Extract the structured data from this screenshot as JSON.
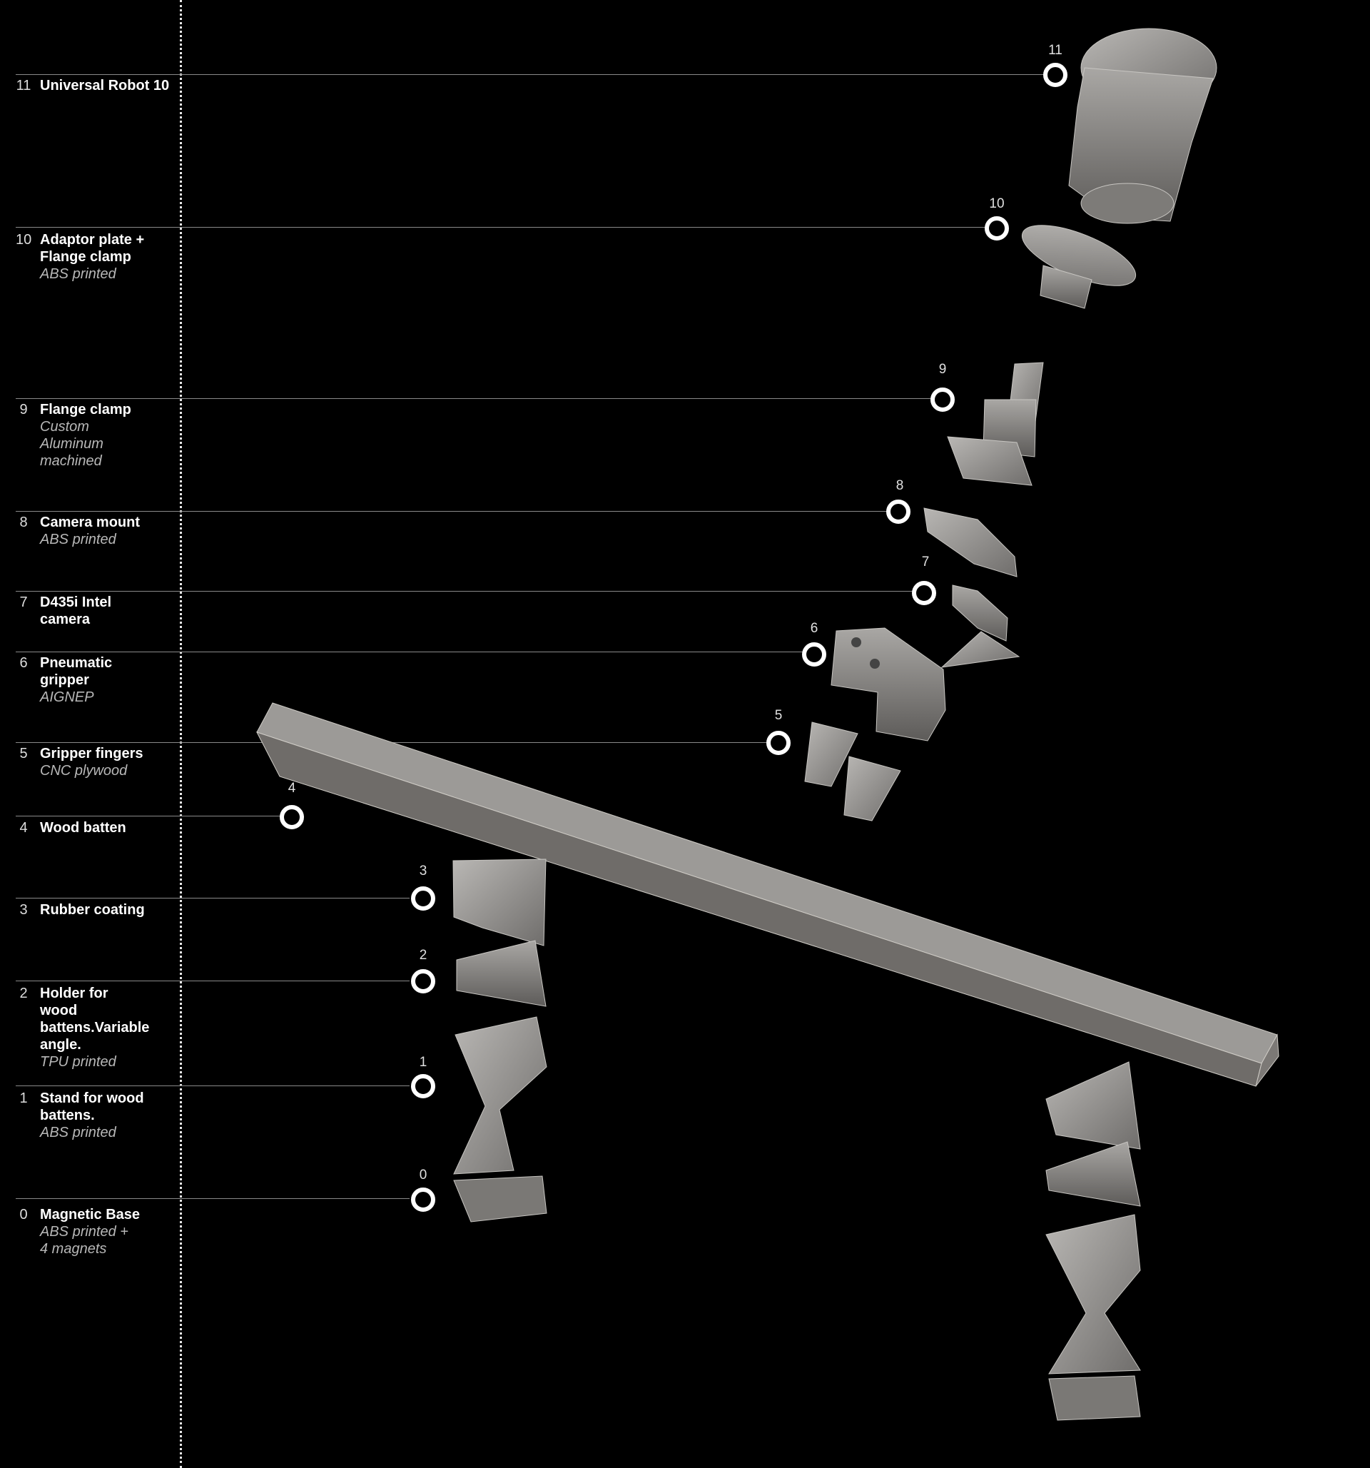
{
  "components": [
    {
      "number": "11",
      "name": "Universal Robot 10",
      "note": ""
    },
    {
      "number": "10",
      "name": "Adaptor plate + Flange  clamp",
      "note": "ABS printed"
    },
    {
      "number": "9",
      "name": "Flange clamp",
      "note": "Custom Aluminum machined"
    },
    {
      "number": "8",
      "name": "Camera mount",
      "note": "ABS printed"
    },
    {
      "number": "7",
      "name": "D435i Intel camera",
      "note": ""
    },
    {
      "number": "6",
      "name": "Pneumatic gripper",
      "note": "AIGNEP"
    },
    {
      "number": "5",
      "name": "Gripper fingers",
      "note": "CNC plywood"
    },
    {
      "number": "4",
      "name": "Wood batten",
      "note": ""
    },
    {
      "number": "3",
      "name": "Rubber coating",
      "note": ""
    },
    {
      "number": "2",
      "name": "Holder for wood battens.Variable angle.",
      "note": "TPU printed"
    },
    {
      "number": "1",
      "name": "Stand for wood battens.",
      "note": "ABS printed"
    },
    {
      "number": "0",
      "name": "Magnetic Base",
      "note": "ABS printed + 4 magnets"
    }
  ],
  "colors": {
    "background": "#000000",
    "part": "#8e8c8a",
    "leader": "#8a8a8a"
  }
}
